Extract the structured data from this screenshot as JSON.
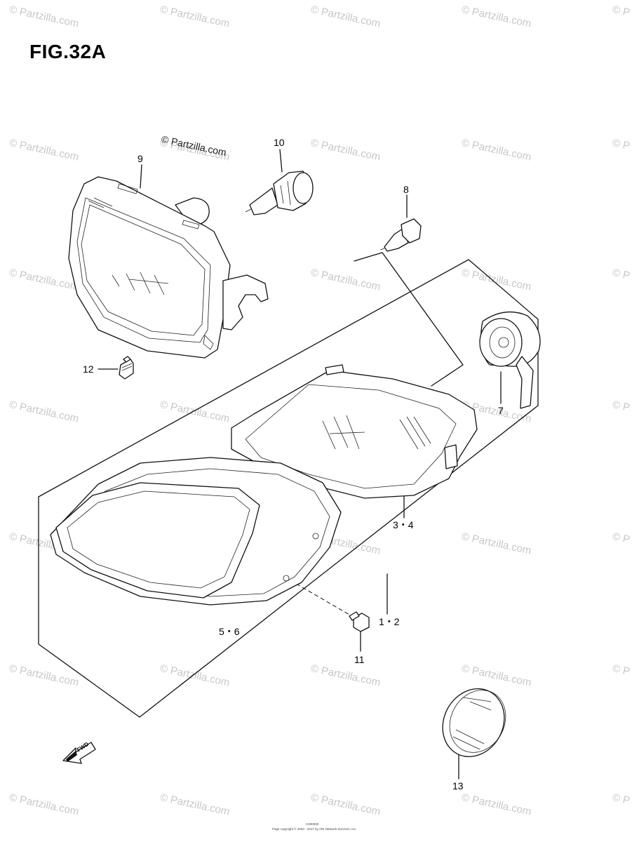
{
  "figure": {
    "title": "FIG.32A"
  },
  "copyright": "© Partzilla.com",
  "watermark": "© Partzilla.com",
  "callouts": [
    {
      "id": "p9",
      "label": "9"
    },
    {
      "id": "p10",
      "label": "10"
    },
    {
      "id": "p8",
      "label": "8"
    },
    {
      "id": "p12",
      "label": "12"
    },
    {
      "id": "p7",
      "label": "7"
    },
    {
      "id": "p34",
      "label": "3・4"
    },
    {
      "id": "p12b",
      "label": "1・2"
    },
    {
      "id": "p56",
      "label": "5・6"
    },
    {
      "id": "p11",
      "label": "11"
    },
    {
      "id": "p13",
      "label": "13"
    }
  ],
  "fwd_arrow_label": "FWD",
  "footer": {
    "code": "C000000",
    "copyright": "Page copyright © 2004 - 2017 by ARI Network Services, Inc."
  }
}
